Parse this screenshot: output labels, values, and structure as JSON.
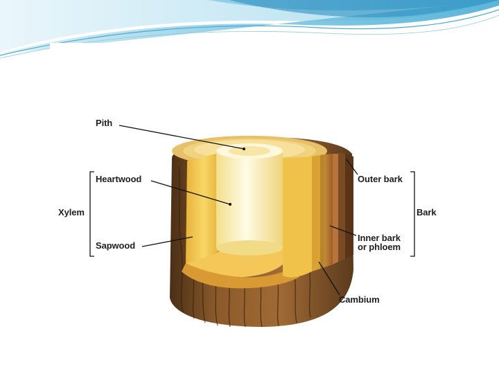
{
  "labels": {
    "pith": "Pith",
    "heartwood": "Heartwood",
    "xylem": "Xylem",
    "sapwood": "Sapwood",
    "outer_bark": "Outer bark",
    "bark": "Bark",
    "inner_bark_line1": "Inner bark",
    "inner_bark_line2": "or phloem",
    "cambium": "Cambium"
  },
  "colors": {
    "header_accent": "#5bb8d8",
    "bark_dark": "#5a3a1c",
    "bark_mid": "#8b5a2b",
    "sapwood": "#f2c94c",
    "heartwood": "#fbf0b8",
    "label_text": "#1e1e1e"
  }
}
